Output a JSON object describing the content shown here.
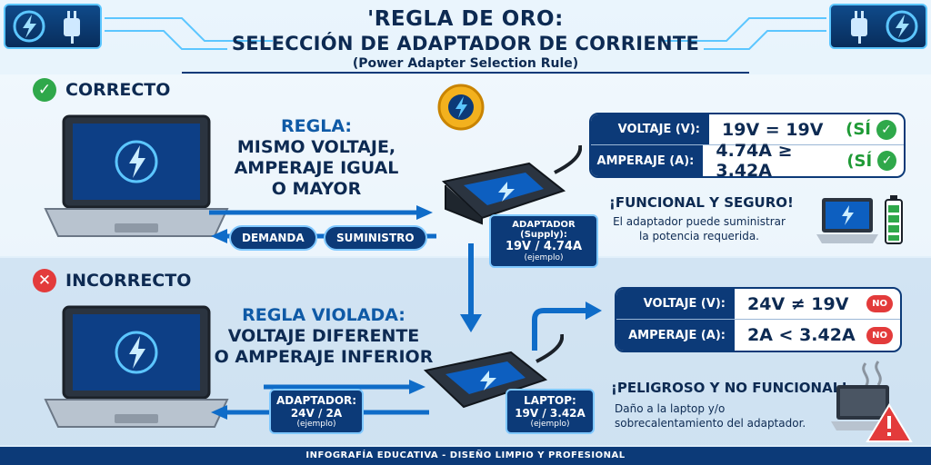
{
  "header": {
    "title_line1": "'REGLA DE ORO:",
    "title_line2": "SELECCIÓN DE ADAPTADOR DE CORRIENTE",
    "title_line3": "(Power Adapter Selection Rule)"
  },
  "correct": {
    "label": "CORRECTO",
    "rule_head": "REGLA:",
    "rule_lines": [
      "MISMO VOLTAJE,",
      "AMPERAJE IGUAL",
      "O MAYOR"
    ],
    "pill_demand": "DEMANDA",
    "pill_supply": "SUMINISTRO",
    "adapter_tag_title": "ADAPTADOR (Supply):",
    "adapter_tag_value": "19V / 4.74A",
    "adapter_tag_note": "(ejemplo)",
    "compare": [
      {
        "key": "VOLTAJE (V):",
        "value": "19V = 19V",
        "status": "(SÍ"
      },
      {
        "key": "AMPERAJE (A):",
        "value": "4.74A ≥ 3.42A",
        "status": "(SÍ"
      }
    ],
    "verdict": "¡FUNCIONAL Y SEGURO!",
    "note_lines": [
      "El adaptador puede suministrar",
      "la potencia requerida."
    ]
  },
  "incorrect": {
    "label": "INCORRECTO",
    "rule_lines": [
      "REGLA VIOLADA:",
      "VOLTAJE DIFERENTE",
      "O AMPERAJE INFERIOR"
    ],
    "adapter_tag_title": "ADAPTADOR:",
    "adapter_tag_value": "24V / 2A",
    "adapter_tag_note": "(ejemplo)",
    "laptop_tag_title": "LAPTOP:",
    "laptop_tag_value": "19V / 3.42A",
    "laptop_tag_note": "(ejemplo)",
    "compare": [
      {
        "key": "VOLTAJE (V):",
        "value": "24V ≠ 19V",
        "status": "NO"
      },
      {
        "key": "AMPERAJE (A):",
        "value": "2A  <  3.42A",
        "status": "NO"
      }
    ],
    "verdict": "¡PELIGROSO Y NO FUNCIONAL!",
    "note_lines": [
      "Daño a la laptop y/o",
      "sobrecalentamiento del adaptador."
    ]
  },
  "footer": "INFOGRAFÍA EDUCATIVA - DISEÑO LIMPIO Y PROFESIONAL",
  "colors": {
    "navy": "#0c3a78",
    "green": "#2fa84a",
    "red": "#e33b3b",
    "accent": "#5cc6ff"
  }
}
